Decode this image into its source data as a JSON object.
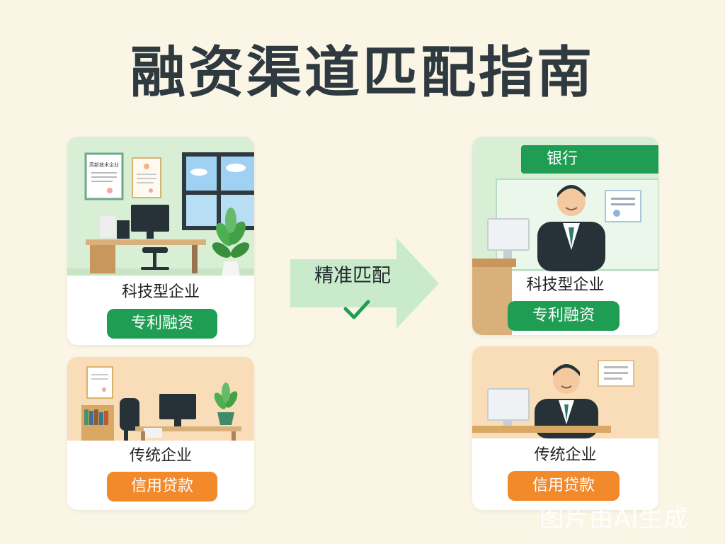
{
  "title": "融资渠道匹配指南",
  "left_cards": [
    {
      "label": "科技型企业",
      "tag": "专利融资",
      "tag_color": "#1e9d53",
      "scene_bg": "#d8efd6"
    },
    {
      "label": "传统企业",
      "tag": "信用贷款",
      "tag_color": "#f2892b",
      "scene_bg": "#f8ddb8"
    }
  ],
  "middle": {
    "label": "精准匹配",
    "arrow_color": "#c9ebcb",
    "check_color": "#1e9d53"
  },
  "right_cards": [
    {
      "sign": "银行",
      "label": "科技型企业",
      "tag": "专利融资",
      "tag_color": "#1e9d53",
      "scene_bg": "#d8efd6"
    },
    {
      "label": "传统企业",
      "tag": "信用贷款",
      "tag_color": "#f2892b",
      "scene_bg": "#f8ddb8"
    }
  ],
  "certificate_text": "高新技术企业",
  "watermark": "图片由AI生成",
  "colors": {
    "background": "#fbf5e6",
    "title": "#2f3a40",
    "green": "#1e9d53",
    "orange": "#f2892b"
  }
}
